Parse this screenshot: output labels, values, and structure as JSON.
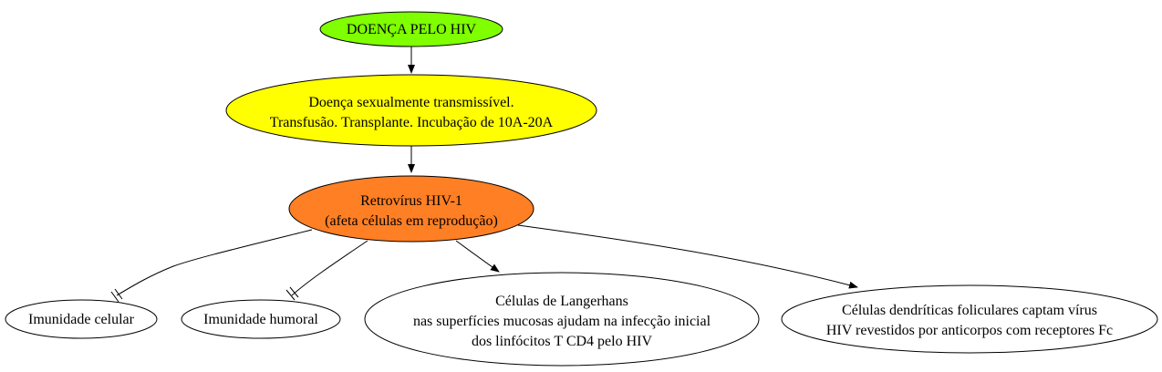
{
  "diagram": {
    "nodes": [
      {
        "id": "hiv",
        "lines": [
          "DOENÇA PELO HIV"
        ],
        "fill": "#7fff00"
      },
      {
        "id": "transmissao",
        "lines": [
          "Doença sexualmente transmissível.",
          "Transfusão. Transplante. Incubação de 10A-20A"
        ],
        "fill": "#ffff00"
      },
      {
        "id": "retrovirus",
        "lines": [
          "Retrovírus HIV-1",
          "(afeta células em reprodução)"
        ],
        "fill": "#ff7f24"
      },
      {
        "id": "imunidade-celular",
        "lines": [
          "Imunidade celular"
        ],
        "fill": "#ffffff"
      },
      {
        "id": "imunidade-humoral",
        "lines": [
          "Imunidade humoral"
        ],
        "fill": "#ffffff"
      },
      {
        "id": "langerhans",
        "lines": [
          "Células de Langerhans",
          "nas superfícies mucosas ajudam na infecção inicial",
          "dos linfócitos T CD4 pelo HIV"
        ],
        "fill": "#ffffff"
      },
      {
        "id": "dendriticas",
        "lines": [
          "Células dendríticas foliculares captam vírus",
          "HIV revestidos por anticorpos com receptores Fc"
        ],
        "fill": "#ffffff"
      }
    ],
    "edges": [
      {
        "from": "hiv",
        "to": "transmissao",
        "head": "arrow"
      },
      {
        "from": "transmissao",
        "to": "retrovirus",
        "head": "arrow"
      },
      {
        "from": "retrovirus",
        "to": "imunidade-celular",
        "head": "tee"
      },
      {
        "from": "retrovirus",
        "to": "imunidade-humoral",
        "head": "tee"
      },
      {
        "from": "retrovirus",
        "to": "langerhans",
        "head": "arrow"
      },
      {
        "from": "retrovirus",
        "to": "dendriticas",
        "head": "arrow"
      }
    ]
  }
}
